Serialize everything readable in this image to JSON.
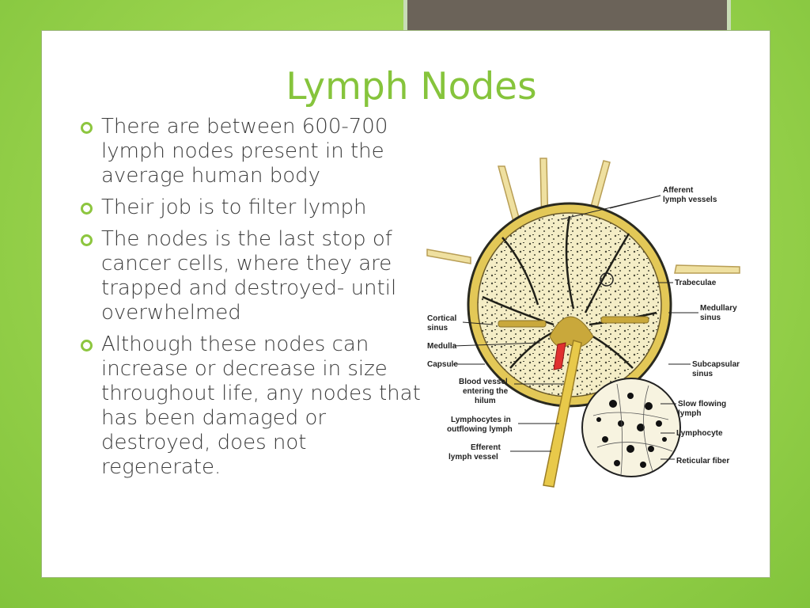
{
  "slide": {
    "title": "Lymph Nodes",
    "bullets": [
      "There are between 600-700 lymph nodes present in the average human body",
      "Their job is to filter lymph",
      "The nodes is the last stop of cancer cells, where they are trapped and destroyed- until overwhelmed",
      "Although these nodes can increase or decrease in size throughout life, any nodes that has been damaged or destroyed, does not regenerate."
    ],
    "colors": {
      "accent": "#8dc63f",
      "title": "#86c43c",
      "background": "#98d24c",
      "tab": "#6b6359"
    }
  },
  "diagram": {
    "labels": {
      "afferent_1": "Afferent",
      "afferent_2": "lymph vessels",
      "trabeculae": "Trabeculae",
      "medullary_1": "Medullary",
      "medullary_2": "sinus",
      "cortical_1": "Cortical",
      "cortical_2": "sinus",
      "medulla": "Medulla",
      "capsule": "Capsule",
      "subcapsular_1": "Subcapsular",
      "subcapsular_2": "sinus",
      "blood_1": "Blood vessel",
      "blood_2": "entering the",
      "blood_3": "hilum",
      "slow_1": "Slow flowing",
      "slow_2": "lymph",
      "lymphocytes_1": "Lymphocytes in",
      "lymphocytes_2": "outflowing lymph",
      "lymphocyte": "Lymphocyte",
      "efferent_1": "Efferent",
      "efferent_2": "lymph vessel",
      "reticular": "Reticular fiber"
    }
  }
}
